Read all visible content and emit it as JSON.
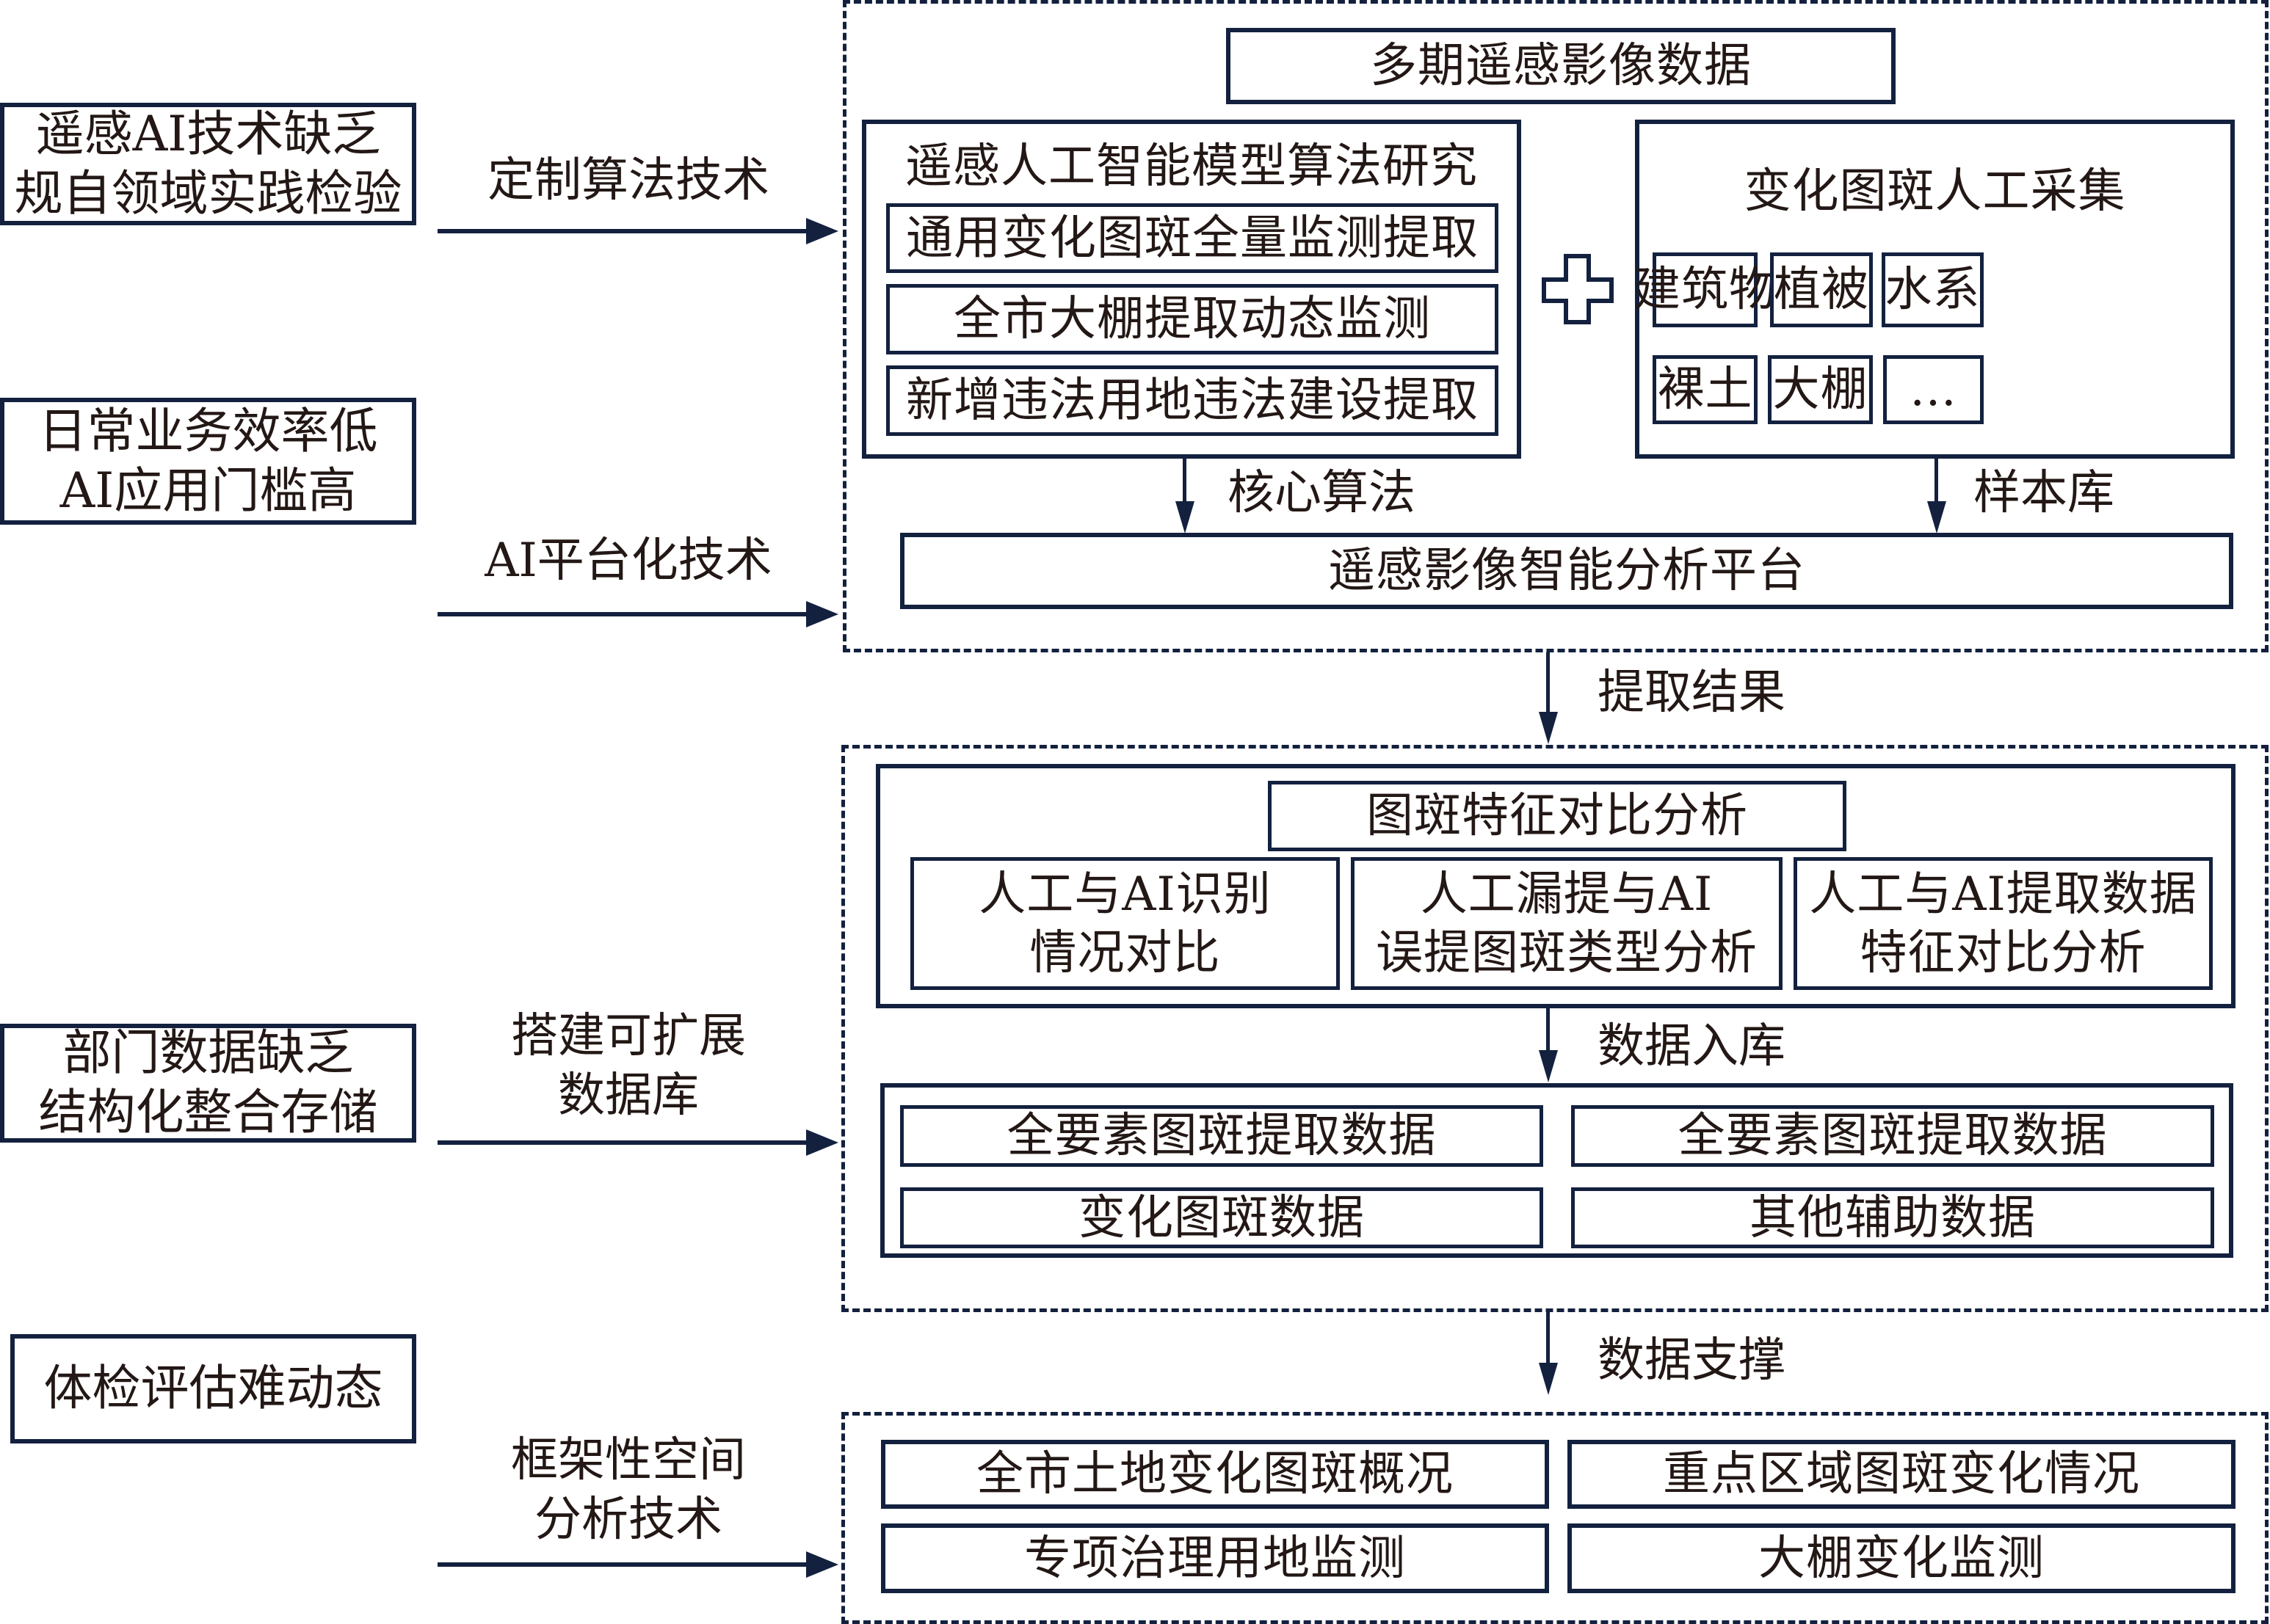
{
  "problems": [
    {
      "lines": [
        "遥感AI技术缺乏",
        "规自领域实践检验"
      ]
    },
    {
      "lines": [
        "日常业务效率低",
        "AI应用门槛高"
      ]
    },
    {
      "lines": [
        "部门数据缺乏",
        "结构化整合存储"
      ]
    },
    {
      "lines": [
        "体检评估难动态"
      ]
    }
  ],
  "solutions": [
    {
      "lines": [
        "定制算法技术"
      ]
    },
    {
      "lines": [
        "AI平台化技术"
      ]
    },
    {
      "lines": [
        "搭建可扩展",
        "数据库"
      ]
    },
    {
      "lines": [
        "框架性空间",
        "分析技术"
      ]
    }
  ],
  "section1": {
    "top_title": "多期遥感影像数据",
    "research": {
      "title": "遥感人工智能模型算法研究",
      "items": [
        "通用变化图斑全量监测提取",
        "全市大棚提取动态监测",
        "新增违法用地违法建设提取"
      ]
    },
    "plus_icon": "plus",
    "collection": {
      "title": "变化图斑人工采集",
      "tiles": [
        "建筑物",
        "植被",
        "水系",
        "裸土",
        "大棚",
        "…"
      ]
    },
    "arrow_left_label": "核心算法",
    "arrow_right_label": "样本库",
    "platform": "遥感影像智能分析平台"
  },
  "flow1_label": "提取结果",
  "section2": {
    "analysis": {
      "title": "图斑特征对比分析",
      "items": [
        {
          "lines": [
            "人工与AI识别",
            "情况对比"
          ]
        },
        {
          "lines": [
            "人工漏提与AI",
            "误提图斑类型分析"
          ]
        },
        {
          "lines": [
            "人工与AI提取数据",
            "特征对比分析"
          ]
        }
      ]
    },
    "arrow_label": "数据入库",
    "storage": [
      "全要素图斑提取数据",
      "全要素图斑提取数据",
      "变化图斑数据",
      "其他辅助数据"
    ]
  },
  "flow2_label": "数据支撑",
  "section3": {
    "items": [
      "全市土地变化图斑概况",
      "重点区域图斑变化情况",
      "专项治理用地监测",
      "大棚变化监测"
    ]
  },
  "colors": {
    "line": "#13213f",
    "text": "#231815",
    "background": "#ffffff"
  }
}
